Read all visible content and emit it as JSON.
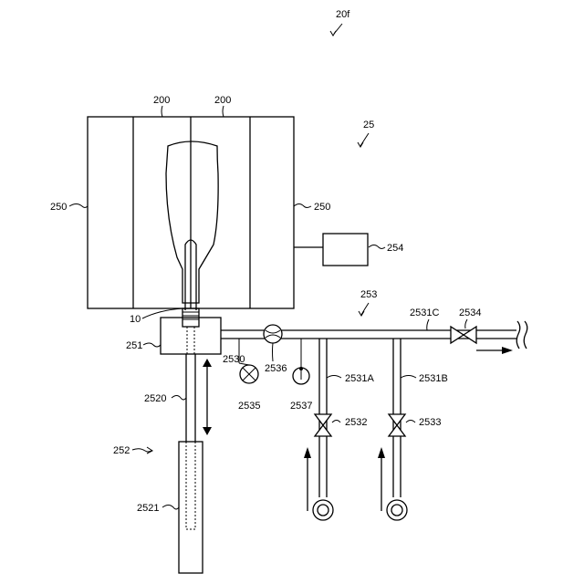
{
  "figure": {
    "figure_ref": "20f",
    "system_ref": "25",
    "pipe_group_ref": "253",
    "labels": {
      "mold_left_200": "200",
      "mold_right_200": "200",
      "mold_outer_left": "250",
      "mold_outer_right": "250",
      "control_box": "254",
      "preform": "10",
      "stretch_unit": "251",
      "pipe_main": "2530",
      "flow_meter": "2536",
      "pressure_gauge": "2535",
      "gauge_2537": "2537",
      "branch_a": "2531A",
      "branch_b": "2531B",
      "branch_c": "2531C",
      "valve_2534": "2534",
      "valve_2532": "2532",
      "valve_2533": "2533",
      "rod": "2520",
      "rod_assembly": "252",
      "rod_cylinder": "2521"
    }
  }
}
